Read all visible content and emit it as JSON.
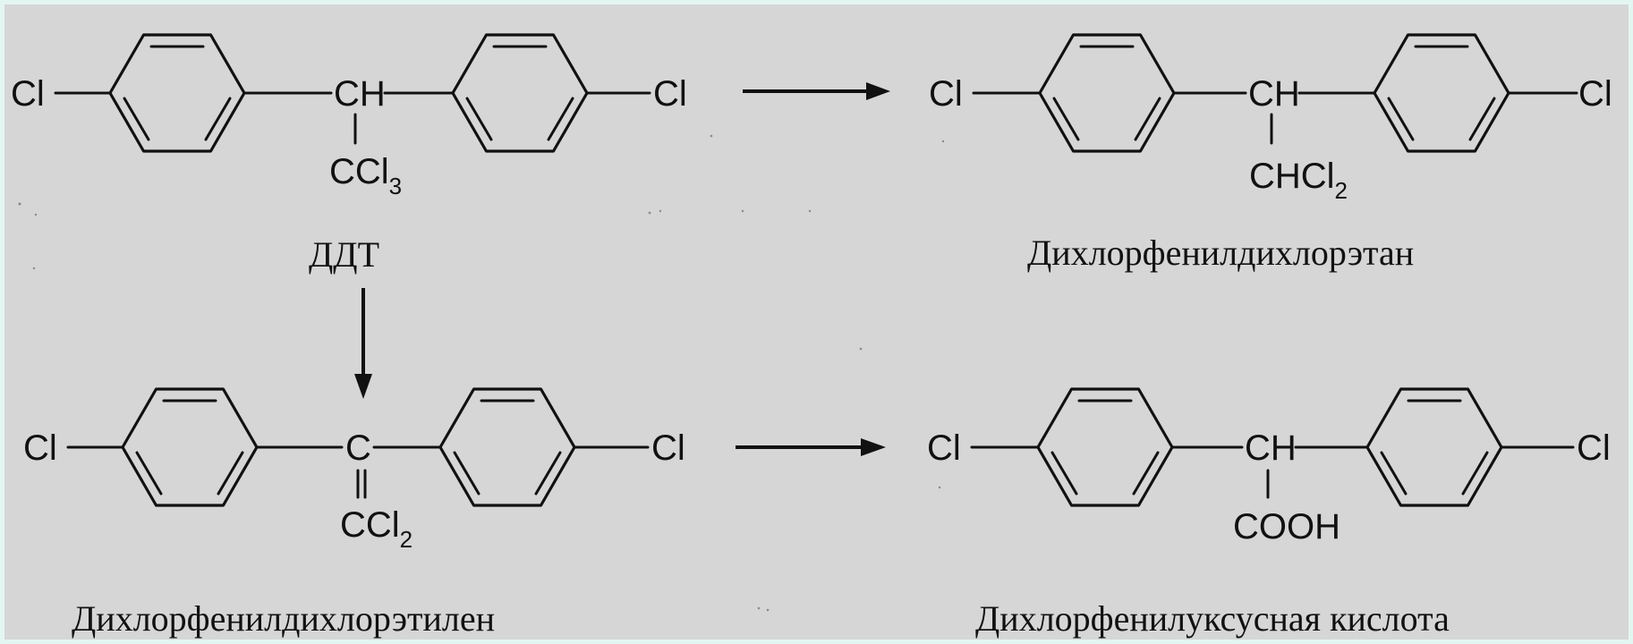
{
  "scheme": {
    "ddt": {
      "left_cl": "Cl",
      "center": "CH",
      "substituent": "CCl",
      "substituent_sub": "3",
      "right_cl": "Cl",
      "caption": "ДДТ"
    },
    "dde_ethane": {
      "left_cl": "Cl",
      "center": "CH",
      "substituent": "CHCl",
      "substituent_sub": "2",
      "right_cl": "Cl",
      "caption": "Дихлорфенилдихлорэтан"
    },
    "dde_ethylene": {
      "left_cl": "Cl",
      "center": "C",
      "substituent": "CCl",
      "substituent_sub": "2",
      "right_cl": "Cl",
      "caption": "Дихлорфенилдихлорэтилен"
    },
    "acetic_acid": {
      "left_cl": "Cl",
      "center": "CH",
      "substituent": "COOH",
      "right_cl": "Cl",
      "caption": "Дихлорфенилуксусная кислота"
    }
  },
  "colors": {
    "background": "#d6d6d6",
    "border": "#e4f6f2",
    "ink": "#111111"
  }
}
